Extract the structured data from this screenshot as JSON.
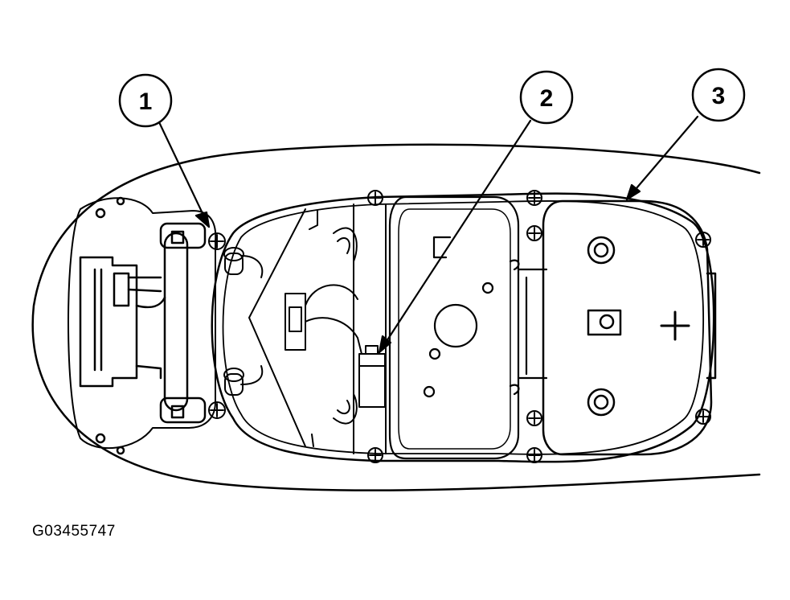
{
  "callouts": [
    {
      "number": "1"
    },
    {
      "number": "2"
    },
    {
      "number": "3"
    }
  ],
  "figure_id": "G03455747"
}
